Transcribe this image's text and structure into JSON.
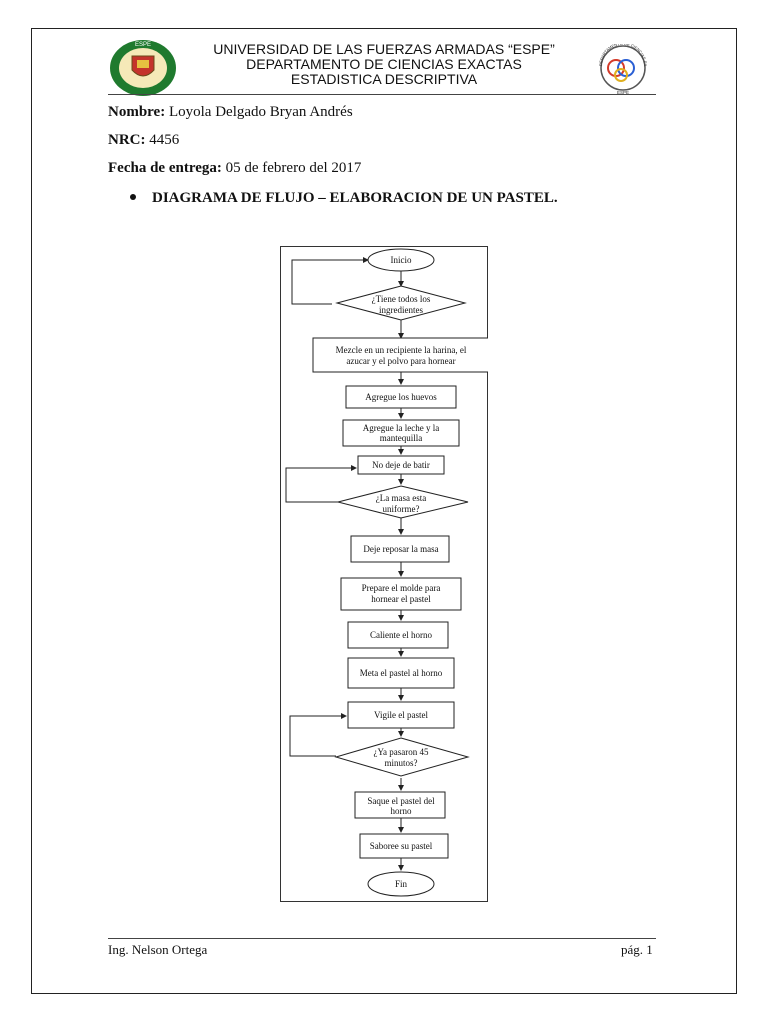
{
  "header": {
    "line1": "UNIVERSIDAD DE LAS FUERZAS ARMADAS “ESPE”",
    "line2": "DEPARTAMENTO DE CIENCIAS EXACTAS",
    "line3": "ESTADISTICA DESCRIPTIVA"
  },
  "logo_left": {
    "ring_color": "#1f7a2e",
    "icon": "espe-seal-icon",
    "ring_text": "ESPE"
  },
  "logo_right": {
    "icon": "ciencias-exactas-seal-icon",
    "ring_text": "DEPARTAMENTO DE CIENCIAS EXACTAS",
    "under_text": "ESPE",
    "colors": [
      "#d43a2a",
      "#2a5fd4",
      "#e0b020"
    ]
  },
  "fields": {
    "nombre_label": "Nombre:",
    "nombre_value": " Loyola Delgado Bryan Andrés",
    "nrc_label": "NRC:",
    "nrc_value": " 4456",
    "fecha_label": "Fecha de entrega:",
    "fecha_value": " 05 de febrero del 2017"
  },
  "section_title": "DIAGRAMA DE FLUJO – ELABORACION DE UN PASTEL.",
  "flowchart": {
    "start": "Inicio",
    "q1": [
      "¿Tiene todos los",
      "ingredientes"
    ],
    "s1": [
      "Mezcle en un recipiente la harina, el",
      "azucar y el polvo para hornear"
    ],
    "s2": "Agregue los huevos",
    "s3": [
      "Agregue la leche y la",
      "mantequilla"
    ],
    "s4": "No deje de batir",
    "q2": [
      "¿La masa esta",
      "uniforme?"
    ],
    "s5": "Deje reposar la masa",
    "s6": [
      "Prepare el molde para",
      "hornear el pastel"
    ],
    "s7": "Caliente el horno",
    "s8": "Meta el pastel al horno",
    "s9": "Vigile el pastel",
    "q3": [
      "¿Ya pasaron 45",
      "minutos?"
    ],
    "s10": [
      "Saque el pastel del",
      "horno"
    ],
    "s11": "Saboree su pastel",
    "end": "Fin"
  },
  "footer": {
    "author": "Ing. Nelson Ortega",
    "page": "pág. 1"
  }
}
